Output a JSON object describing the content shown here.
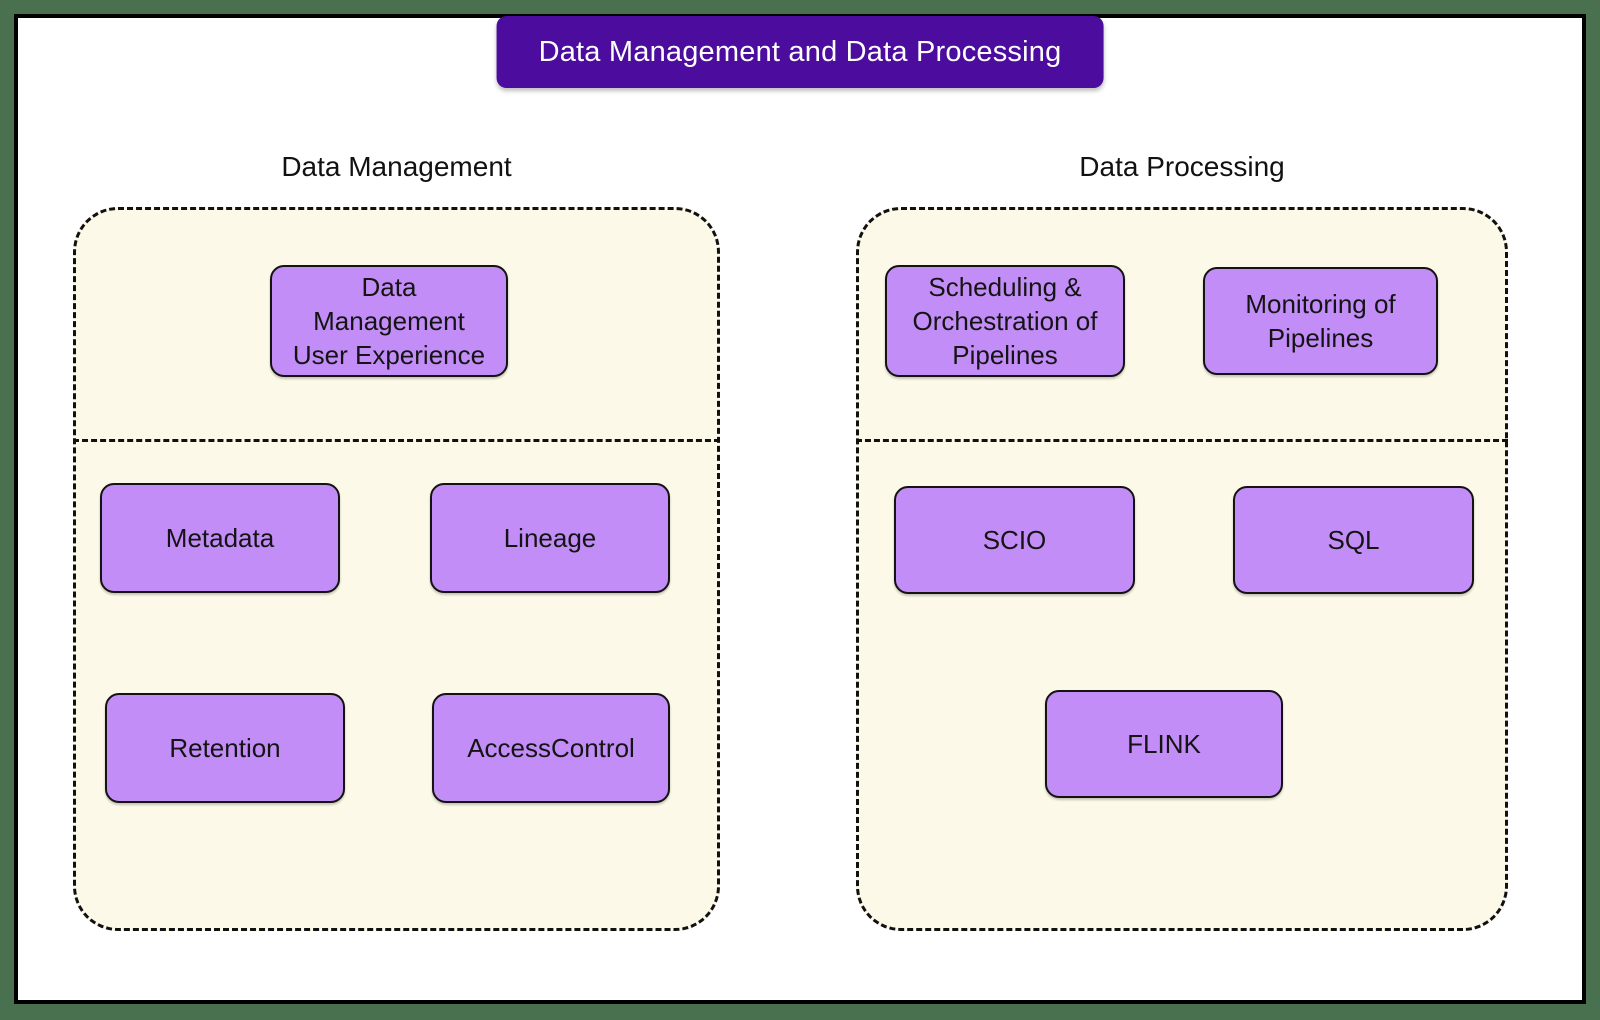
{
  "title_badge": {
    "label": "Data Management and Data Processing"
  },
  "colors": {
    "page_background": "#4a714f",
    "card_background": "#ffffff",
    "card_border": "#000000",
    "title_badge_background": "#4c0c9d",
    "title_badge_text": "#ffffff",
    "container_background": "#fdf9e8",
    "container_border": "#111111",
    "node_fill": "#c28df7",
    "node_border": "#131313",
    "node_text": "#141414"
  },
  "groups": [
    {
      "title": "Data Management",
      "nodes": [
        {
          "label": "Data\nManagement\nUser Experience"
        },
        {
          "label": "Metadata"
        },
        {
          "label": "Lineage"
        },
        {
          "label": "Retention"
        },
        {
          "label": "AccessControl"
        }
      ]
    },
    {
      "title": "Data Processing",
      "nodes": [
        {
          "label": "Scheduling &\nOrchestration of\nPipelines"
        },
        {
          "label": "Monitoring of\nPipelines"
        },
        {
          "label": "SCIO"
        },
        {
          "label": "SQL"
        },
        {
          "label": "FLINK"
        }
      ]
    }
  ]
}
